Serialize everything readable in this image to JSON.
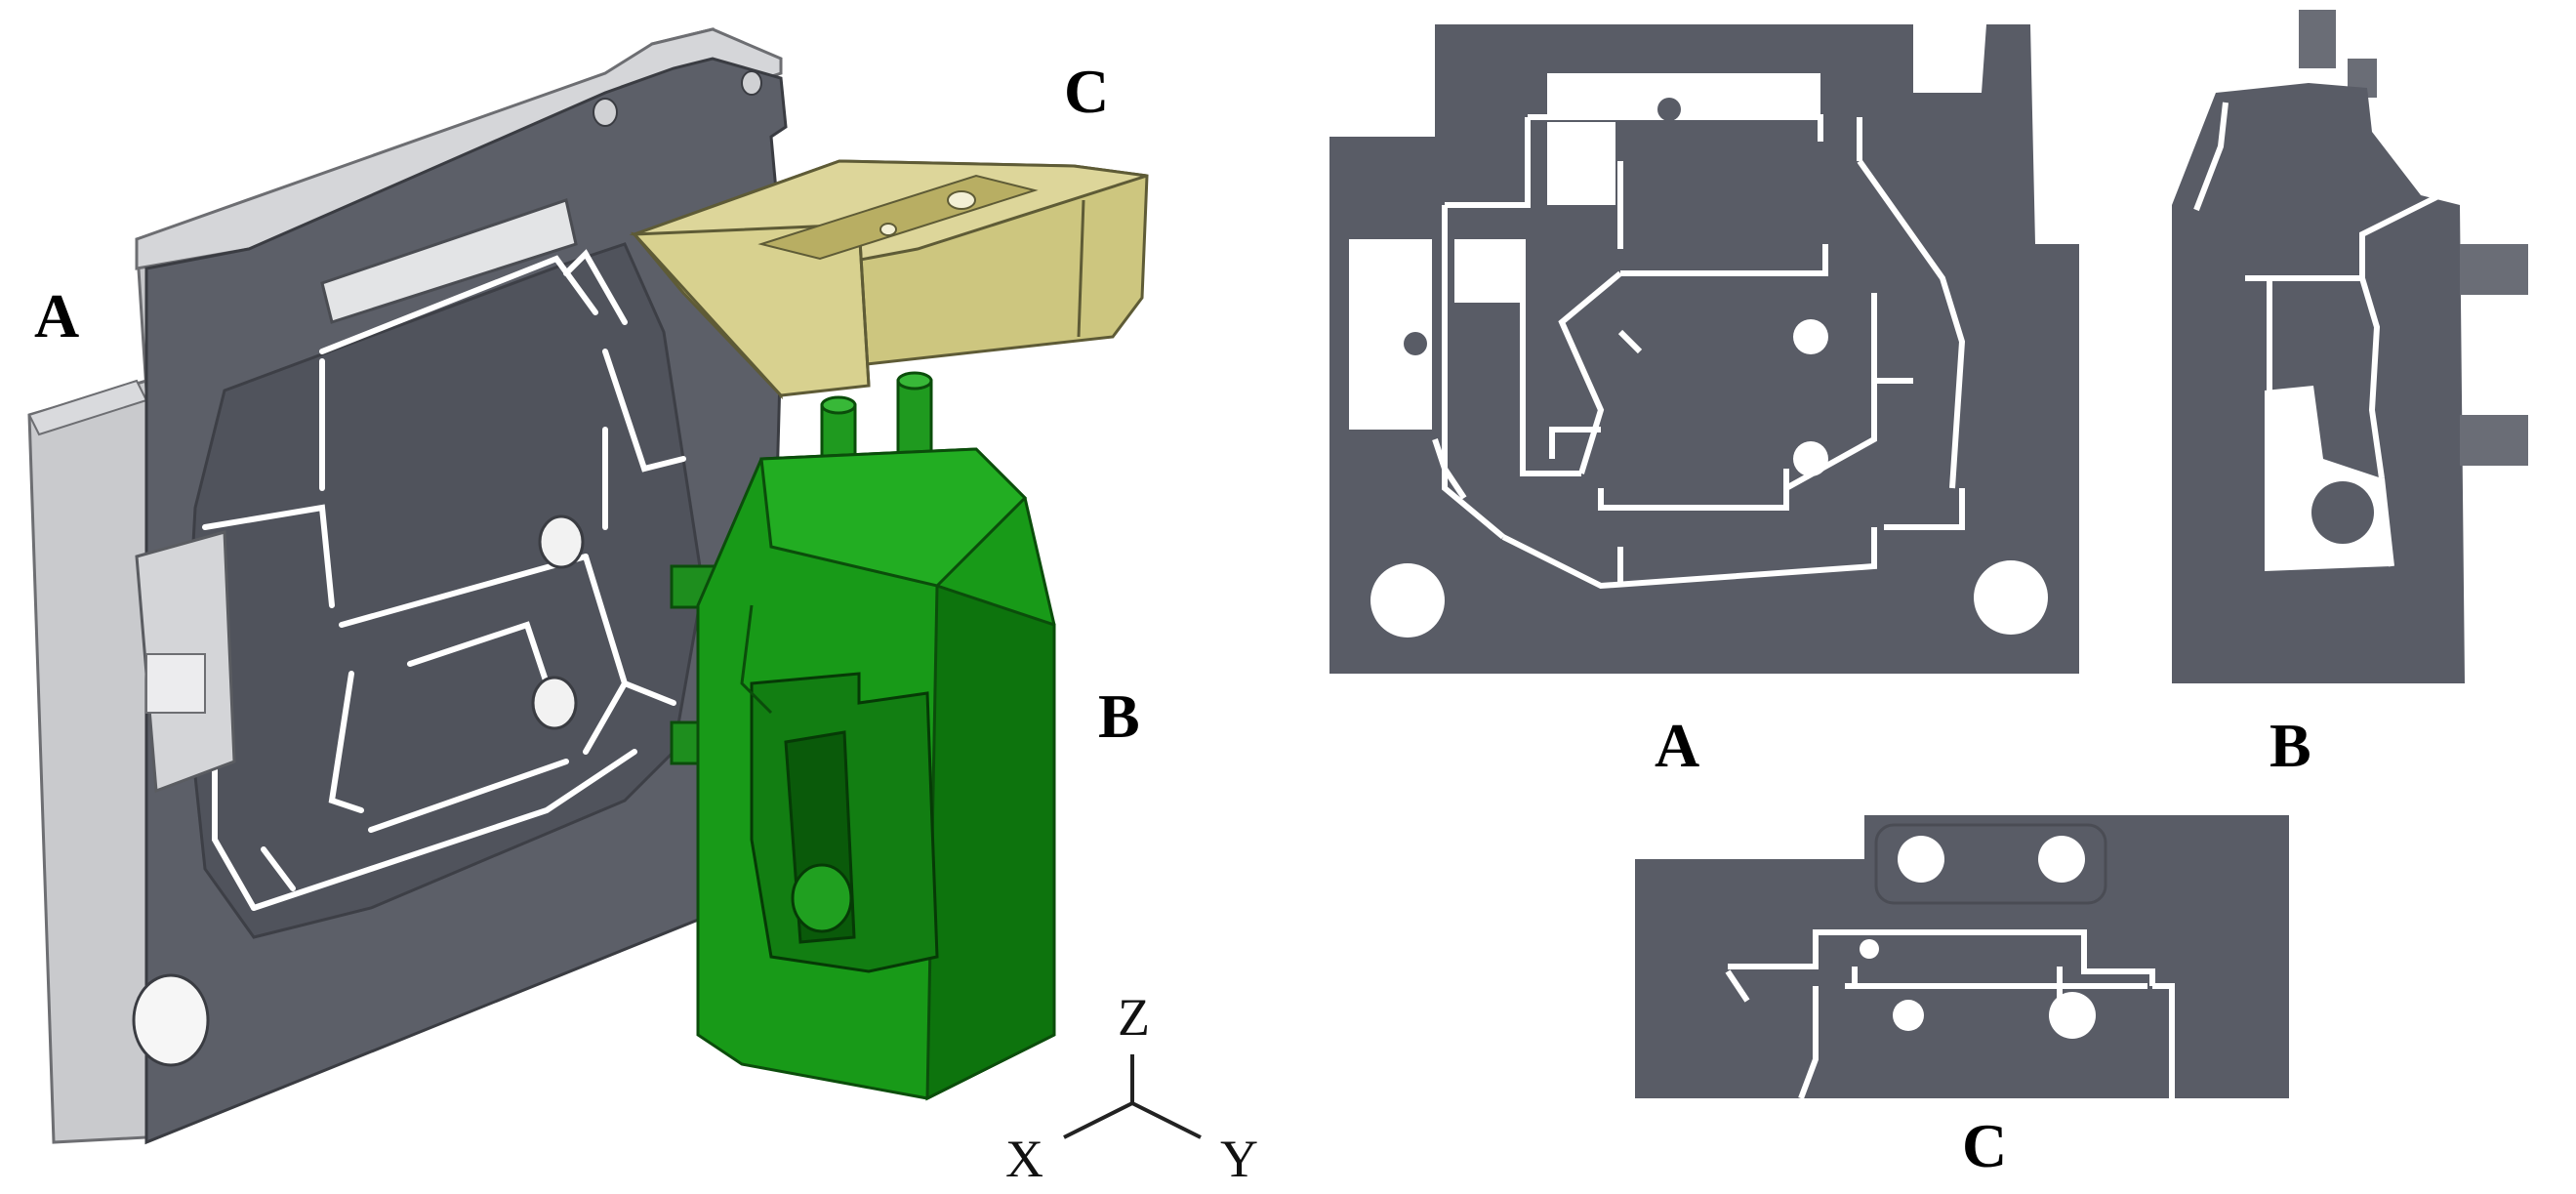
{
  "labels": {
    "iso_a": "A",
    "iso_b": "B",
    "iso_c": "C",
    "view_a": "A",
    "view_b": "B",
    "view_c": "C"
  },
  "axes": {
    "z": "Z",
    "x": "X",
    "y": "Y"
  },
  "colors": {
    "plate_gray": "#595c66",
    "plate_side": "#cfd0d3",
    "insert_green": "#1a9a1a",
    "insert_green_dark": "#0e6e0e",
    "slider_gold": "#d6cf8a",
    "slider_gold_dark": "#a89f55",
    "cavity_white": "#ffffff"
  }
}
